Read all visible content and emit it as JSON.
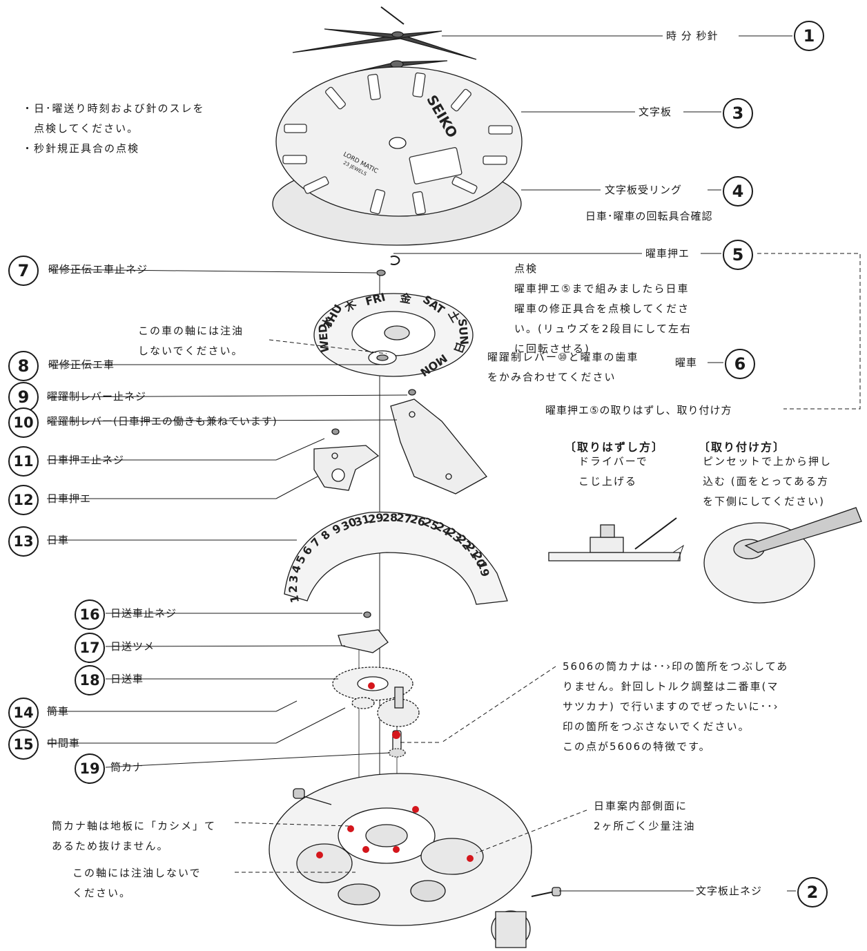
{
  "callouts": [
    {
      "num": "1",
      "label": "時 分 秒針"
    },
    {
      "num": "2",
      "label": "文字板止ネジ"
    },
    {
      "num": "3",
      "label": "文字板"
    },
    {
      "num": "4",
      "label": "文字板受リング"
    },
    {
      "num": "5",
      "label": "曜車押エ"
    },
    {
      "num": "6",
      "label": "曜車"
    },
    {
      "num": "7",
      "label": "曜修正伝エ車止ネジ"
    },
    {
      "num": "8",
      "label": "曜修正伝エ車"
    },
    {
      "num": "9",
      "label": "曜躍制レバー止ネジ"
    },
    {
      "num": "10",
      "label": "曜躍制レバー(日車押エの働きも兼ねています)"
    },
    {
      "num": "11",
      "label": "日車押エ止ネジ"
    },
    {
      "num": "12",
      "label": "日車押エ"
    },
    {
      "num": "13",
      "label": "日車"
    },
    {
      "num": "14",
      "label": "筒車"
    },
    {
      "num": "15",
      "label": "中間車"
    },
    {
      "num": "16",
      "label": "日送車止ネジ"
    },
    {
      "num": "17",
      "label": "日送ツメ"
    },
    {
      "num": "18",
      "label": "日送車"
    },
    {
      "num": "19",
      "label": "筒カナ"
    }
  ],
  "notes": {
    "dial_check": [
      "・日･曜送り時刻および針のスレを",
      "　点検してください。",
      "・秒針規正具合の点検"
    ],
    "ring_check": "日車･曜車の回転具合確認",
    "inspection": [
      "点検",
      "曜車押エ⑤まで組みましたら日車",
      "曜車の修正具合を点検してくださ",
      "い。(リュウズを2段目にして左右",
      "に回転させる)"
    ],
    "no_oil_axle": [
      "この車の軸には注油",
      "しないでください。"
    ],
    "mesh": [
      "曜躍制レバー⑩と曜車の歯車",
      "をかみ合わせてください"
    ],
    "removal_title": "曜車押エ⑤の取りはずし、取り付け方",
    "removal_head": "〔取りはずし方〕",
    "removal_body": [
      "ドライバーで",
      "こじ上げる"
    ],
    "install_head": "〔取り付け方〕",
    "install_body": [
      "ピンセットで上から押し",
      "込む (面をとってある方",
      "を下側にしてください)"
    ],
    "cannon_pinion": [
      "5606の筒カナは･･›印の箇所をつぶしてあ",
      "りません。針回しトルク調整は二番車(マ",
      "サツカナ) で行いますのでぜったいに･･›",
      "印の箇所をつぶさないでください。",
      "この点が5606の特徴です。"
    ],
    "date_guide_oil": [
      "日車案内部側面に",
      "2ヶ所ごく少量注油"
    ],
    "crimped": [
      "筒カナ軸は地板に「カシメ」て",
      "あるため抜けません。"
    ],
    "no_oil_shaft": [
      "この軸には注油しないで",
      "ください。"
    ]
  },
  "dial_text": {
    "brand": "SEIKO",
    "model": "LORD MATIC",
    "jewels": "23 JEWELS"
  },
  "day_wheel_text": [
    "THU",
    "木",
    "FRI",
    "金",
    "SAT",
    "土",
    "SUN",
    "日",
    "WED",
    "水",
    "MON"
  ],
  "date_wheel_text": [
    "1",
    "2",
    "3",
    "4",
    "5",
    "6",
    "7",
    "8",
    "9",
    "30",
    "31",
    "29",
    "28",
    "27",
    "26",
    "25",
    "24",
    "23",
    "22",
    "21",
    "20",
    "19"
  ],
  "colors": {
    "ink": "#1a1a1a",
    "oil_dot": "#d4161c",
    "paper": "#ffffff"
  }
}
